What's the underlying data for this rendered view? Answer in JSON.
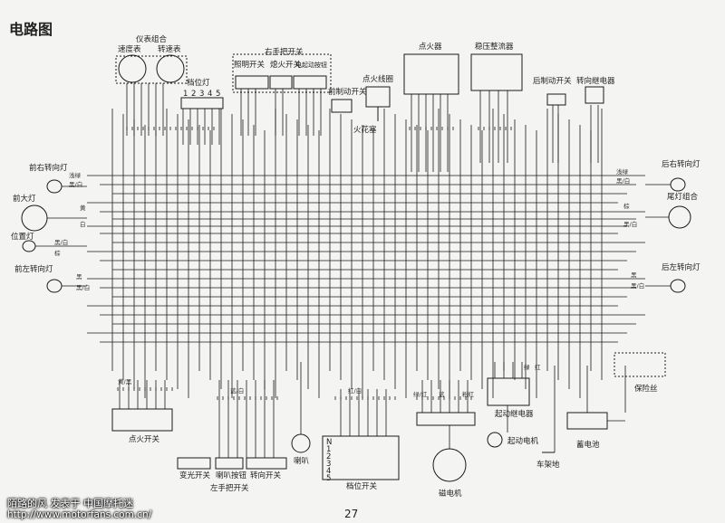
{
  "title": "电路图",
  "page_number": "27",
  "watermark": {
    "line1": "陌路的风 发表于 中国摩托迷",
    "line2": "http://www.motorfans.com.cn/"
  },
  "components": {
    "instrument_cluster": "仪表组合",
    "speedometer": "速度表",
    "tachometer": "转速表",
    "gear_indicator": "档位灯",
    "right_handlebar_switch": "右手把开关",
    "light_switch": "照明开关",
    "kill_switch": "熄火开关",
    "start_button": "电起动按钮",
    "front_brake_switch": "前制动开关",
    "ignition_coil": "点火线圈",
    "spark_plug": "火花塞",
    "igniter": "点火器",
    "regulator_rectifier": "稳压整流器",
    "rear_brake_switch": "后制动开关",
    "turn_relay": "转向继电器",
    "front_right_turn": "前右转向灯",
    "headlight": "前大灯",
    "position_light": "位置灯",
    "front_left_turn": "前左转向灯",
    "rear_right_turn": "后右转向灯",
    "tail_light": "尾灯组合",
    "rear_left_turn": "后左转向灯",
    "ignition_switch": "点火开关",
    "dimmer_switch": "变光开关",
    "horn_button": "喇叭按钮",
    "turn_switch": "转向开关",
    "left_handlebar_switch": "左手把开关",
    "horn": "喇叭",
    "gear_switch": "档位开关",
    "magneto": "磁电机",
    "start_relay": "起动继电器",
    "starter_motor": "起动电机",
    "battery": "蓄电池",
    "fuse": "保险丝",
    "frame_ground": "车架地"
  },
  "gear_digits": [
    "1",
    "2",
    "3",
    "4",
    "5"
  ],
  "gear_switch_positions": [
    "N",
    "1",
    "2",
    "3",
    "4",
    "5"
  ],
  "wire_colors": {
    "light_green": "浅绿",
    "black_white": "黑/白",
    "yellow": "黄",
    "white": "白",
    "brown": "棕",
    "black": "黑",
    "green": "绿",
    "red": "红",
    "blue": "蓝",
    "green_red": "绿/红",
    "pink_red": "粉红",
    "yellow_black": "黄/黑",
    "red_white": "红/白",
    "blue_white": "蓝/白"
  }
}
